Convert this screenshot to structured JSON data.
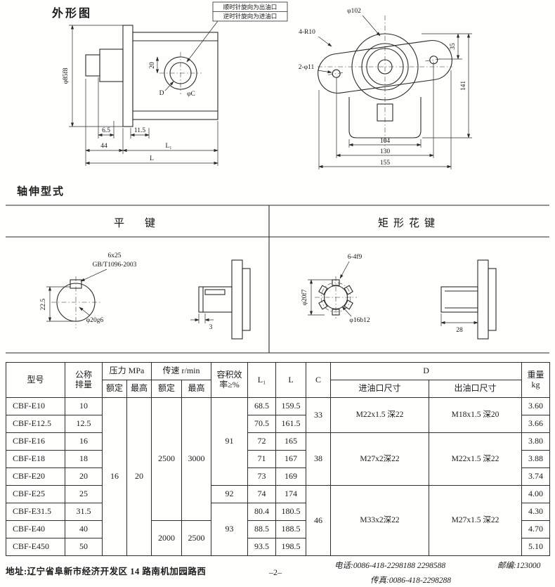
{
  "page": {
    "title": "外形图",
    "shaft_title": "轴伸型式",
    "page_number": "–2–"
  },
  "footer": {
    "address": "地址:辽宁省阜新市经济开发区 14 路南机加园路西",
    "phone": "电话:0086-418-2298188    2298588",
    "fax": "传真:0086-418-2298288",
    "postcode": "邮编:123000"
  },
  "outline": {
    "callout": [
      "顺时针旋向为出油口",
      "逆时针旋向为进油口"
    ],
    "side": {
      "flange_dia": "φ85f8",
      "port_offset": "20",
      "port_d": "D",
      "port_c": "φC",
      "dim_a": "6.5",
      "dim_b": "11.5",
      "dim_c": "44",
      "dim_l1": "L₁",
      "dim_l": "L"
    },
    "front": {
      "boss_dia": "φ102",
      "corners": "4-R10",
      "holes": "2-φ11",
      "dim_hole": "35",
      "dim_h": "141",
      "dim_w1": "104",
      "dim_w2": "130",
      "dim_w3": "155"
    }
  },
  "shaft": {
    "flat_key": {
      "label": "平　键",
      "spec": "6x25",
      "standard": "GB/T1096-2003",
      "depth": "22.5",
      "dia": "φ20g6",
      "key_dim": "3"
    },
    "spline": {
      "label": "矩形花键",
      "spec": "6-4f9",
      "outer_dia": "φ20f7",
      "inner_dia": "φ16b12",
      "length": "28"
    }
  },
  "table": {
    "headers": {
      "model": "型号",
      "disp1": "公称",
      "disp2": "排量",
      "pressure": "压力 MPa",
      "speed": "传速 r/min",
      "rated": "额定",
      "max": "最高",
      "eff1": "容积效",
      "eff2": "率≥%",
      "l1": "L₁",
      "l": "L",
      "c": "C",
      "d": "D",
      "inlet": "进油口尺寸",
      "outlet": "出油口尺寸",
      "wt1": "重量",
      "wt2": "kg"
    },
    "merged": {
      "pressure_rated": "16",
      "pressure_max": "20",
      "speed_rated_a": "2500",
      "speed_max_a": "3000",
      "speed_rated_b": "2000",
      "speed_max_b": "2500",
      "eff_91": "91",
      "eff_92": "92",
      "eff_93": "93",
      "c_33": "33",
      "c_38": "38",
      "c_46": "46",
      "in_a": "M22x1.5 深22",
      "out_a": "M18x1.5 深20",
      "in_b": "M27x2深22",
      "out_b": "M22x1.5 深22",
      "in_c": "M33x2深22",
      "out_c": "M27x1.5 深22"
    },
    "rows": [
      {
        "model": "CBF-E10",
        "disp": "10",
        "l1": "68.5",
        "l": "159.5",
        "wt": "3.60"
      },
      {
        "model": "CBF-E12.5",
        "disp": "12.5",
        "l1": "70.5",
        "l": "161.5",
        "wt": "3.66"
      },
      {
        "model": "CBF-E16",
        "disp": "16",
        "l1": "72",
        "l": "165",
        "wt": "3.80"
      },
      {
        "model": "CBF-E18",
        "disp": "18",
        "l1": "71",
        "l": "167",
        "wt": "3.88"
      },
      {
        "model": "CBF-E20",
        "disp": "20",
        "l1": "73",
        "l": "169",
        "wt": "3.74"
      },
      {
        "model": "CBF-E25",
        "disp": "25",
        "l1": "74",
        "l": "174",
        "wt": "4.00"
      },
      {
        "model": "CBF-E31.5",
        "disp": "31.5",
        "l1": "80.4",
        "l": "180.5",
        "wt": "4.30"
      },
      {
        "model": "CBF-E40",
        "disp": "40",
        "l1": "88.5",
        "l": "188.5",
        "wt": "4.70"
      },
      {
        "model": "CBF-E450",
        "disp": "50",
        "l1": "93.5",
        "l": "198.5",
        "wt": "5.10"
      }
    ]
  }
}
